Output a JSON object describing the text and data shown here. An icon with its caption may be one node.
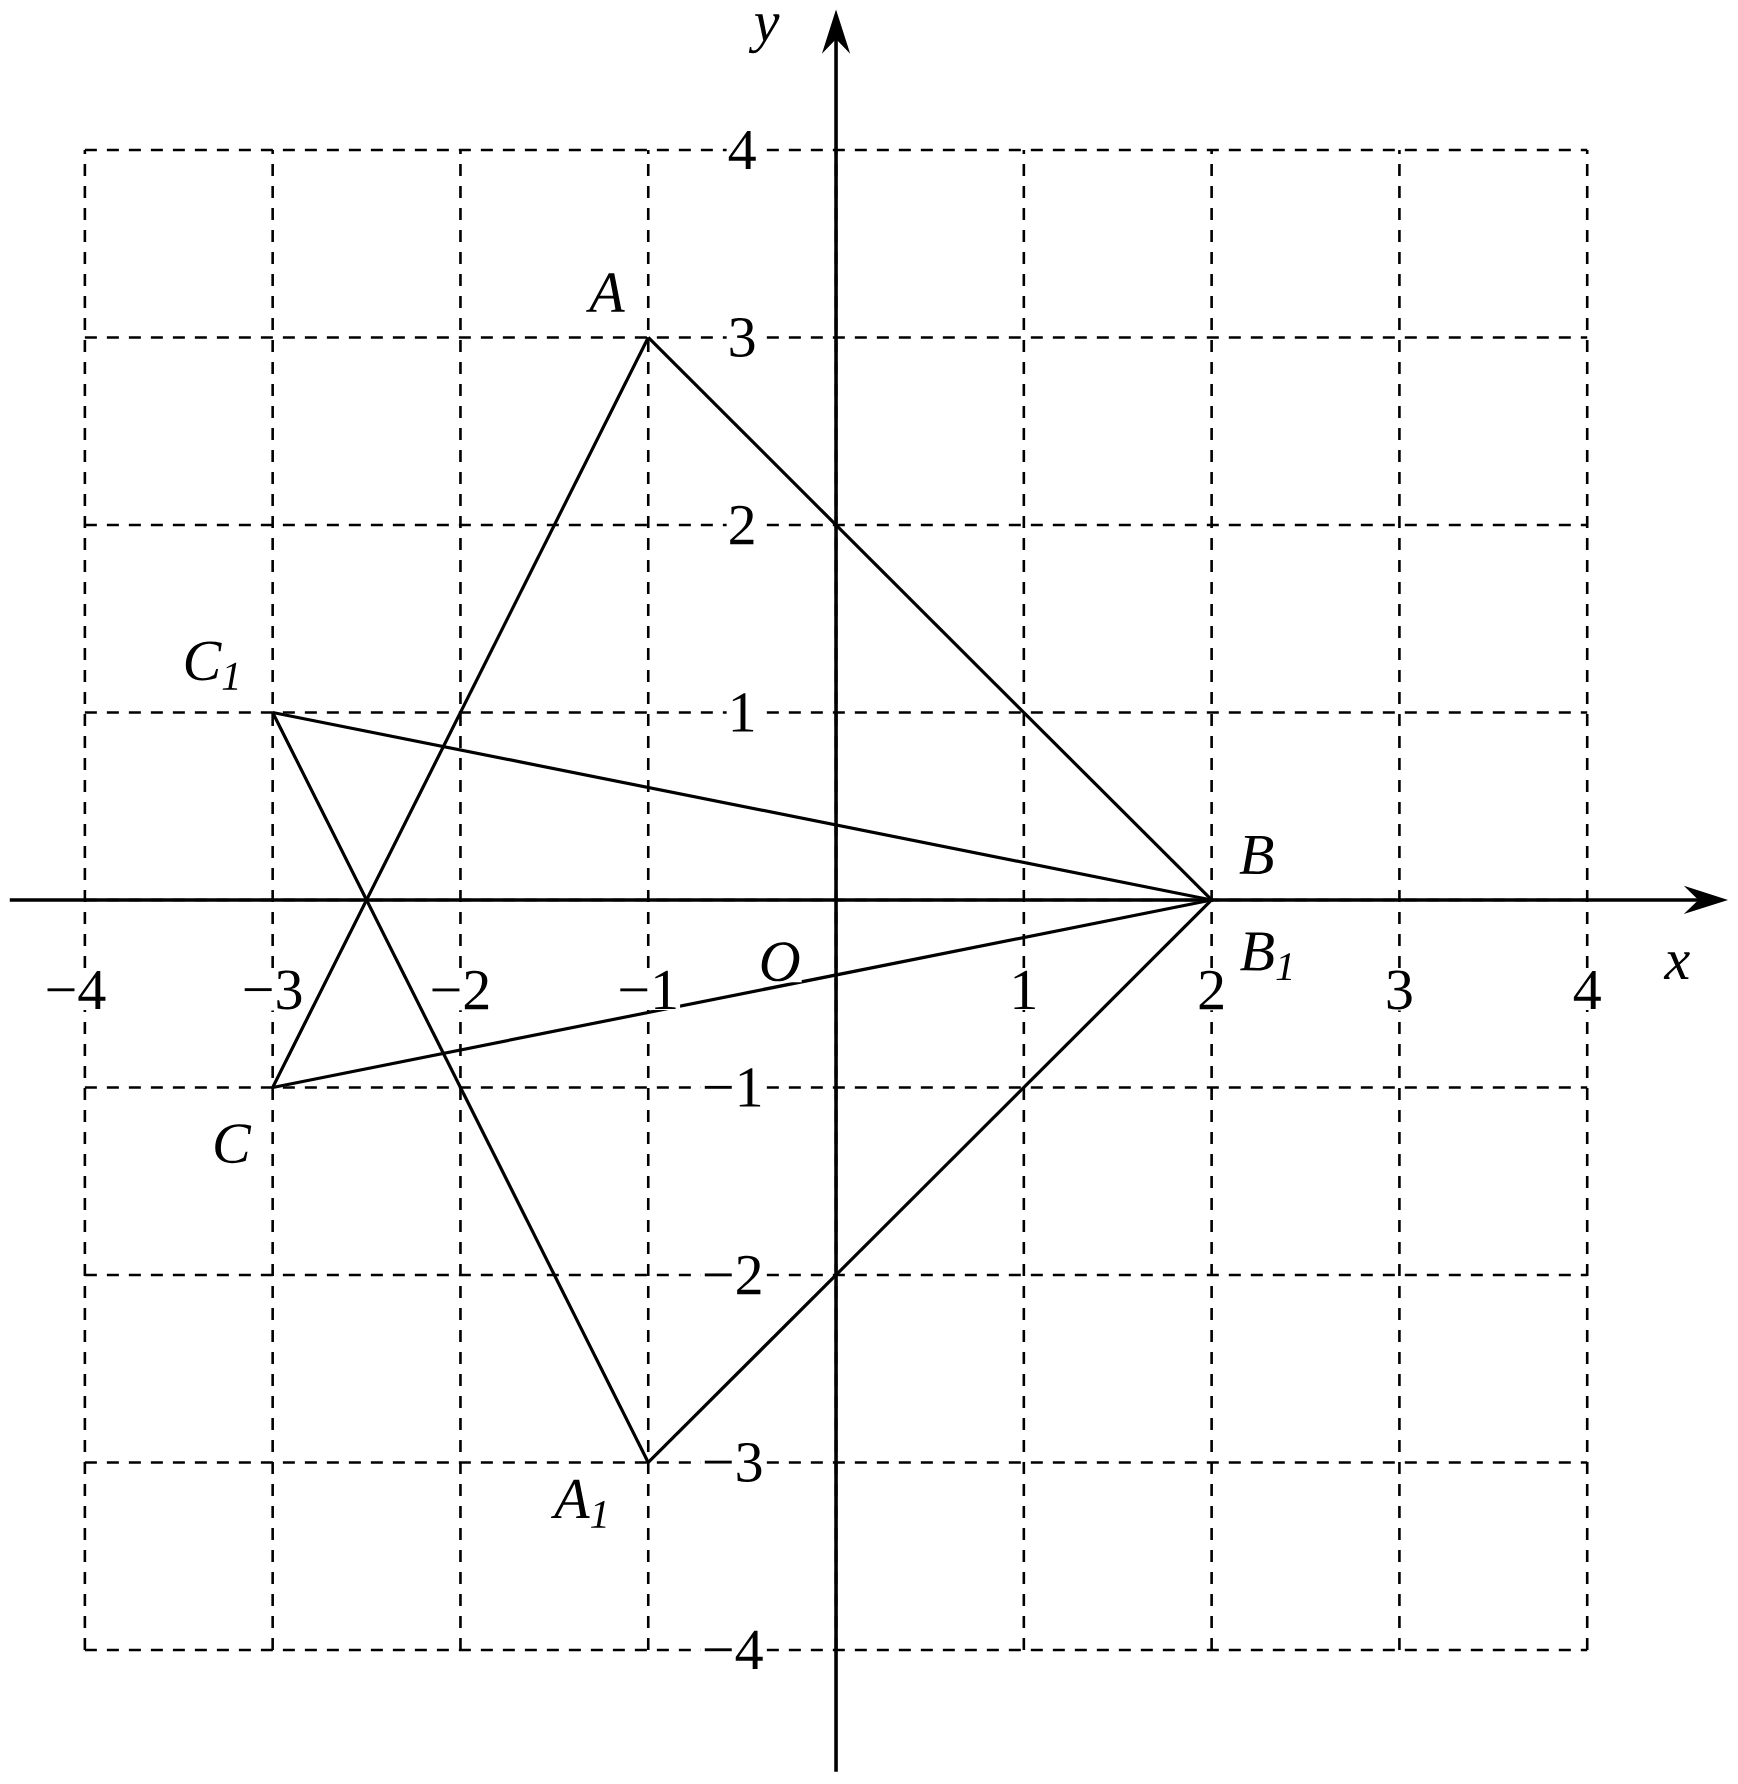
{
  "diagram": {
    "nodes": [
      {
        "text": [
          "A"
        ]
      },
      {
        "text": [
          "B"
        ]
      },
      {
        "text": [
          "C"
        ]
      },
      {
        "text": [
          "A$_{1}$"
        ]
      },
      {
        "text": [
          "B$_{1}$"
        ]
      },
      {
        "text": [
          "C$_{1}$"
        ]
      }
    ],
    "edges": [
      {
        "from": 0,
        "to": 1,
        "arrow": "none"
      },
      {
        "from": 1,
        "to": 2,
        "arrow": "none"
      },
      {
        "from": 2,
        "to": 0,
        "arrow": "none"
      },
      {
        "from": 3,
        "to": 4,
        "arrow": "none"
      },
      {
        "from": 4,
        "to": 5,
        "arrow": "none"
      },
      {
        "from": 5,
        "to": 3,
        "arrow": "none"
      }
    ],
    "labels": [
      "y",
      "4",
      "3",
      "2",
      "1",
      "O",
      "x",
      "−4",
      "−3",
      "−2",
      "−1",
      "1",
      "2",
      "3",
      "4",
      "−1",
      "−2",
      "−3",
      "−4"
    ]
  }
}
